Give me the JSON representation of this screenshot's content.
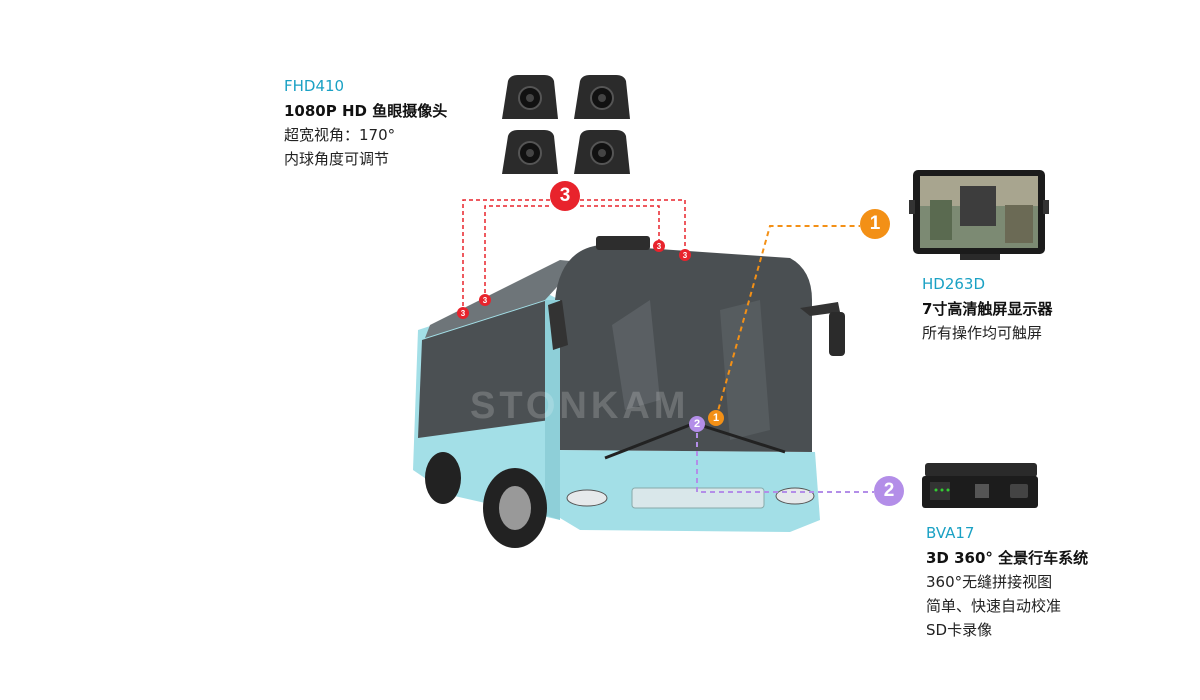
{
  "camera_product": {
    "model": "FHD410",
    "title": "1080P HD 鱼眼摄像头",
    "features": [
      "超宽视角：170°",
      "内球角度可调节"
    ]
  },
  "display_product": {
    "model": "HD263D",
    "title": "7寸高清触屏显示器",
    "features": [
      "所有操作均可触屏"
    ]
  },
  "dvr_product": {
    "model": "BVA17",
    "title": "3D 360° 全景行车系统",
    "features": [
      "360°无缝拼接视图",
      "简单、快速自动校准",
      "SD卡录像"
    ]
  },
  "markers": {
    "display": "1",
    "dvr": "2",
    "cameras": "3"
  },
  "watermark": "STONKAM",
  "colors": {
    "accent_blue": "#1aa1c4",
    "marker_orange": "#f39016",
    "marker_purple": "#b38ee8",
    "marker_red": "#e8232c",
    "bus_body": "#a3dfe7"
  }
}
